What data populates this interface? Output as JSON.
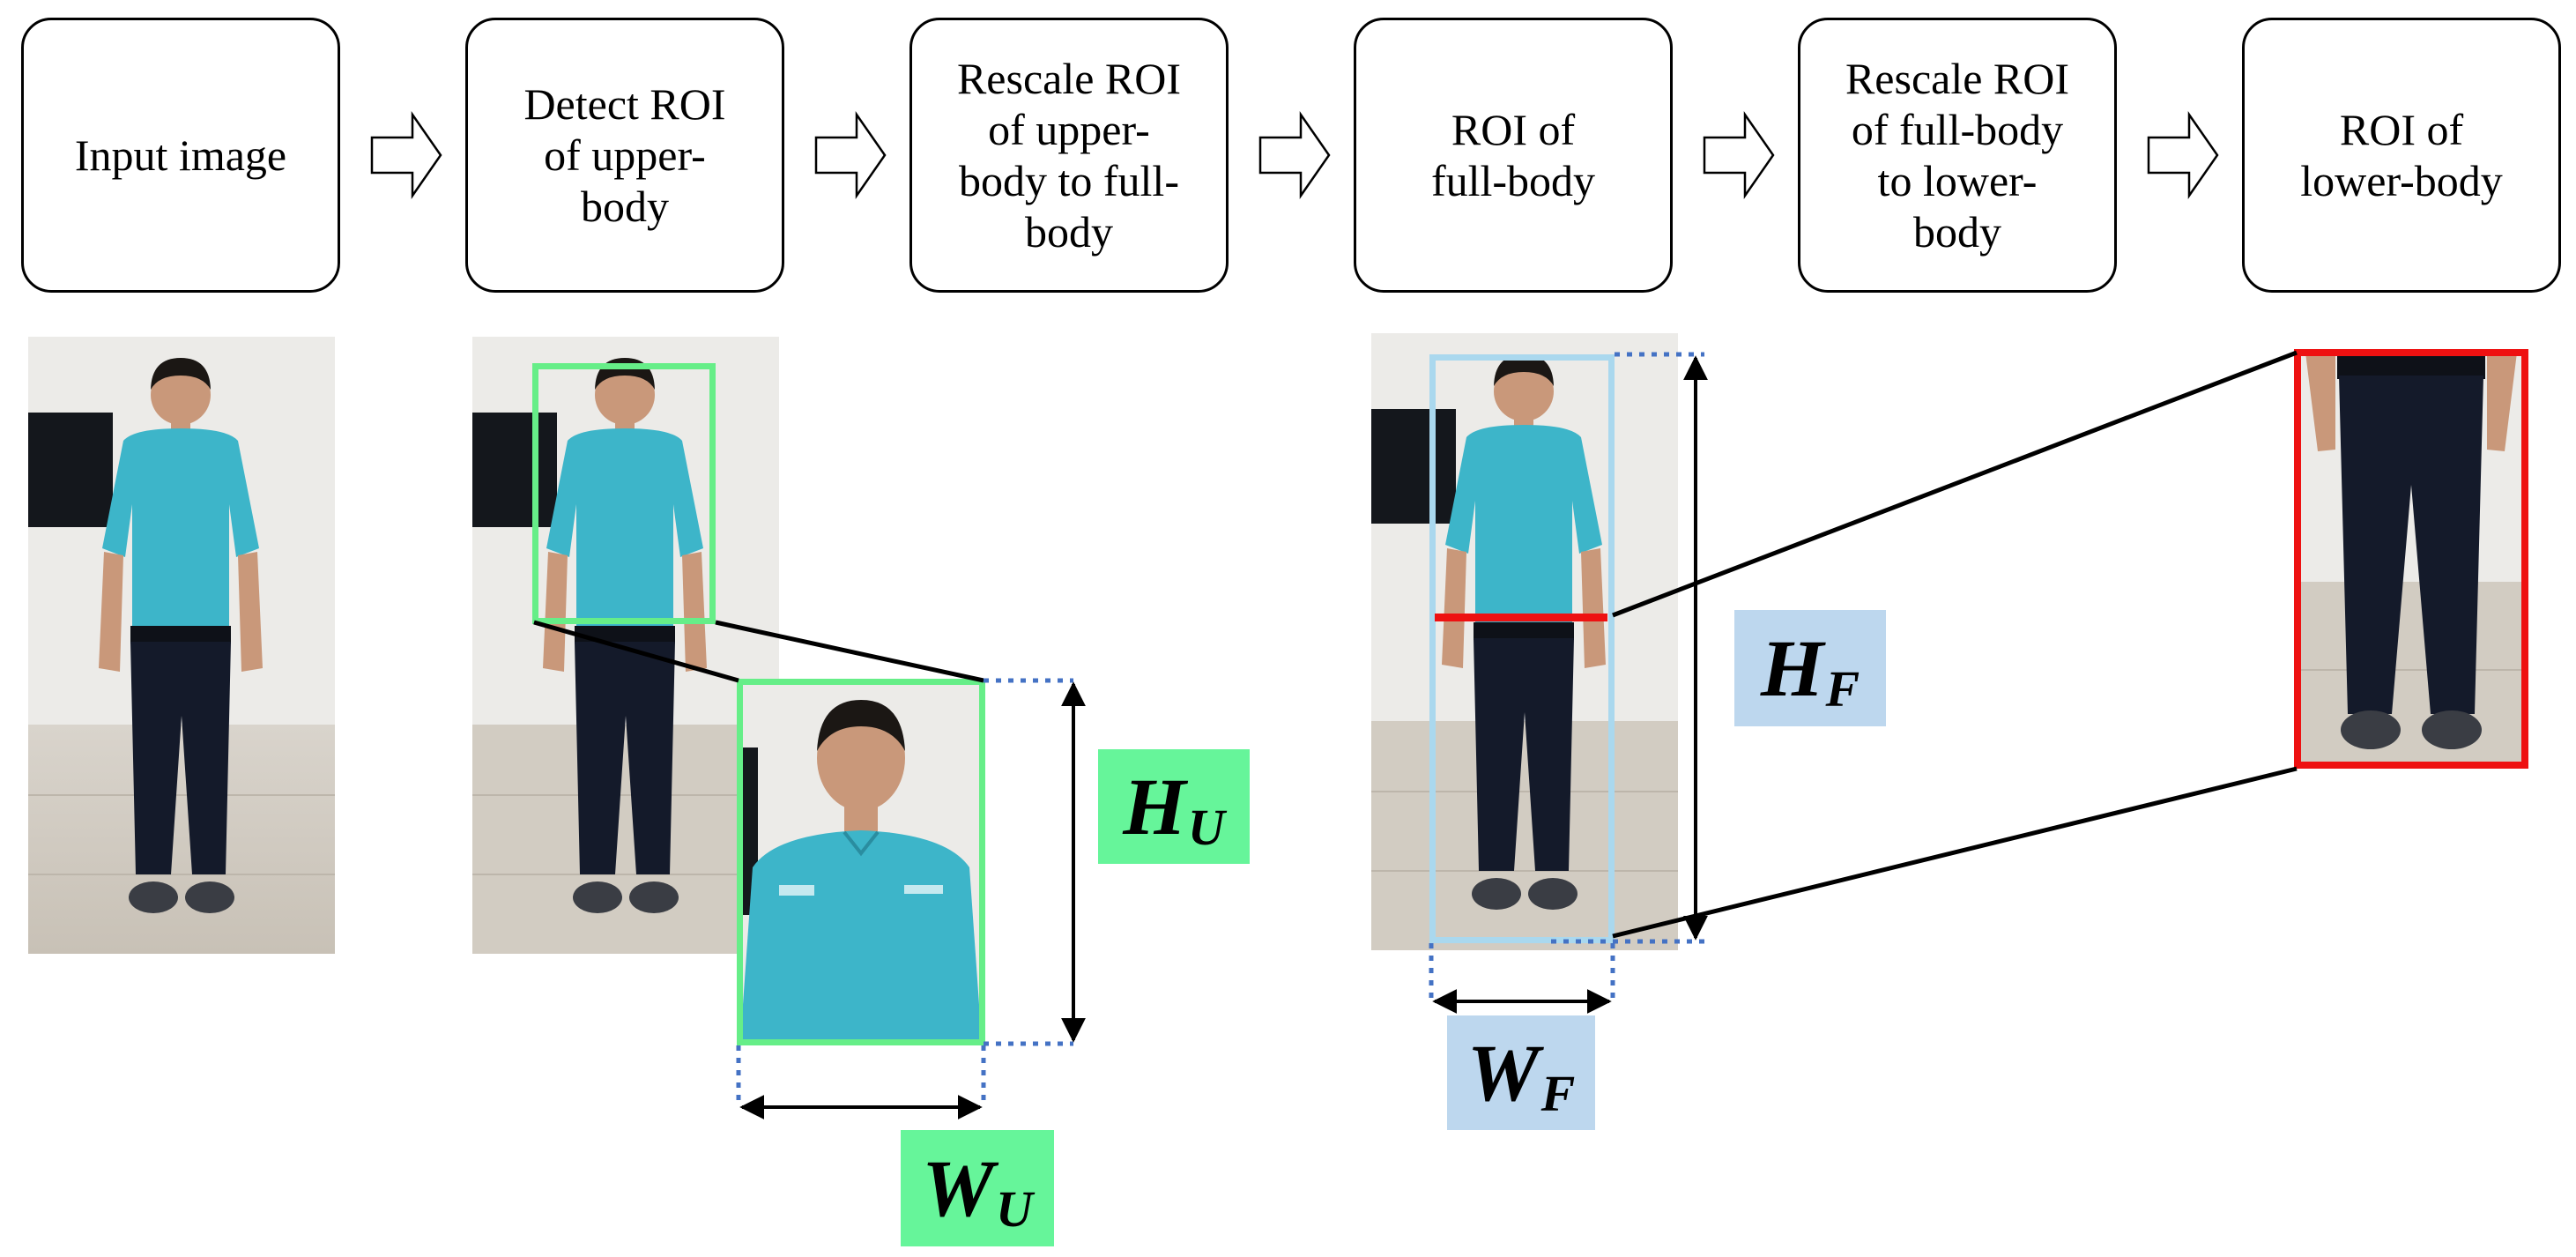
{
  "flow": {
    "steps": [
      {
        "label": "Input image"
      },
      {
        "label": "Detect ROI\nof upper-\nbody"
      },
      {
        "label": "Rescale ROI\nof upper-\nbody to full-\nbody"
      },
      {
        "label": "ROI of\nfull-body"
      },
      {
        "label": "Rescale ROI\nof full-body\nto lower-\nbody"
      },
      {
        "label": "ROI of\nlower-body"
      }
    ]
  },
  "dimensions": {
    "upper_height": {
      "symbol": "H",
      "subscript": "U"
    },
    "upper_width": {
      "symbol": "W",
      "subscript": "U"
    },
    "full_height": {
      "symbol": "H",
      "subscript": "F"
    },
    "full_width": {
      "symbol": "W",
      "subscript": "F"
    }
  },
  "colors": {
    "upper_roi": "#66ee88",
    "upper_label_bg": "#66f59a",
    "full_roi": "#aad8ee",
    "full_label_bg": "#bdd7ee",
    "lower_roi": "#ee1111",
    "cut_line": "#ee1111",
    "dotted_guide": "#4472c4",
    "shirt": "#3db5c9",
    "trousers": "#141a2a"
  }
}
